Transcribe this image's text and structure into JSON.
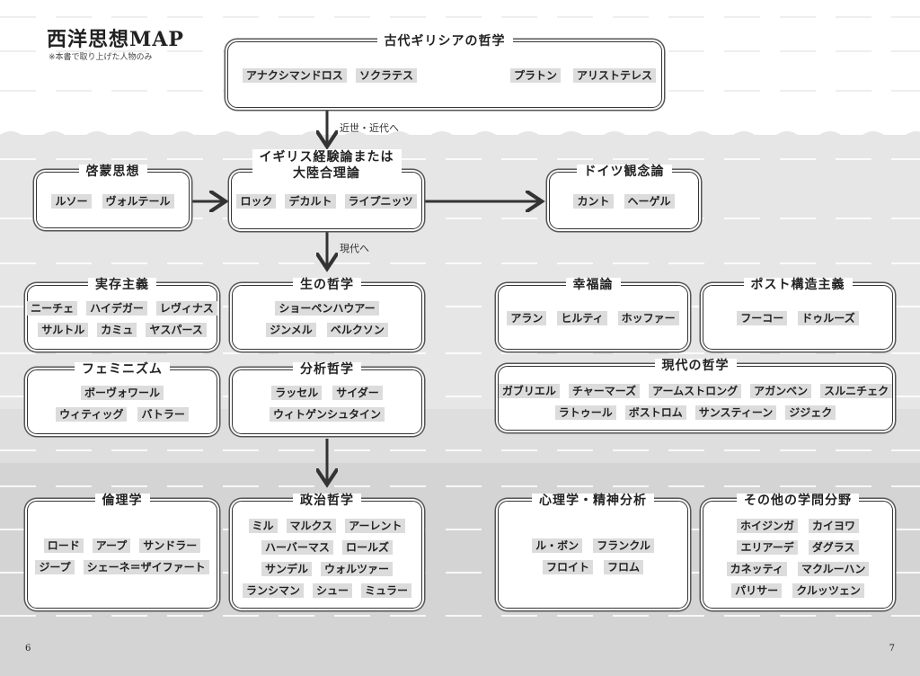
{
  "header": {
    "title": "西洋思想MAP",
    "subtitle": "※本書で取り上げた人物のみ"
  },
  "page_numbers": {
    "left": "6",
    "right": "7"
  },
  "arrows": {
    "to_modern_early": "近世・近代へ",
    "to_contemporary": "現代へ"
  },
  "boxes": {
    "ancient": {
      "title": "古代ギリシアの哲学",
      "rows": [
        [
          "アナクシマンドロス",
          "ソクラテス",
          "プラトン",
          "アリストテレス"
        ]
      ]
    },
    "enlightenment": {
      "title": "啓蒙思想",
      "rows": [
        [
          "ルソー",
          "ヴォルテール"
        ]
      ]
    },
    "empiricism": {
      "title_line1": "イギリス経験論または",
      "title_line2": "大陸合理論",
      "rows": [
        [
          "ロック",
          "デカルト",
          "ライプニッツ"
        ]
      ]
    },
    "german_idealism": {
      "title": "ドイツ観念論",
      "rows": [
        [
          "カント",
          "ヘーゲル"
        ]
      ]
    },
    "existentialism": {
      "title": "実存主義",
      "rows": [
        [
          "ニーチェ",
          "ハイデガー",
          "レヴィナス"
        ],
        [
          "サルトル",
          "カミュ",
          "ヤスパース"
        ]
      ]
    },
    "philosophy_of_life": {
      "title": "生の哲学",
      "rows": [
        [
          "ショーペンハウアー"
        ],
        [
          "ジンメル",
          "ベルクソン"
        ]
      ]
    },
    "happiness": {
      "title": "幸福論",
      "rows": [
        [
          "アラン",
          "ヒルティ",
          "ホッファー"
        ]
      ]
    },
    "poststructuralism": {
      "title": "ポスト構造主義",
      "rows": [
        [
          "フーコー",
          "ドゥルーズ"
        ]
      ]
    },
    "feminism": {
      "title": "フェミニズム",
      "rows": [
        [
          "ボーヴォワール"
        ],
        [
          "ウィティッグ",
          "バトラー"
        ]
      ]
    },
    "analytic": {
      "title": "分析哲学",
      "rows": [
        [
          "ラッセル",
          "サイダー"
        ],
        [
          "ウィトゲンシュタイン"
        ]
      ]
    },
    "modern": {
      "title": "現代の哲学",
      "rows": [
        [
          "ガブリエル",
          "チャーマーズ",
          "アームストロング",
          "アガンベン",
          "スルニチェク"
        ],
        [
          "ラトゥール",
          "ボストロム",
          "サンスティーン",
          "ジジェク"
        ]
      ]
    },
    "ethics": {
      "title": "倫理学",
      "rows": [
        [
          "ロード",
          "アープ",
          "サンドラー"
        ],
        [
          "ジープ",
          "シェーネ＝ザイファート"
        ]
      ]
    },
    "political": {
      "title": "政治哲学",
      "rows": [
        [
          "ミル",
          "マルクス",
          "アーレント"
        ],
        [
          "ハーバーマス",
          "ロールズ"
        ],
        [
          "サンデル",
          "ウォルツァー"
        ],
        [
          "ランシマン",
          "シュー",
          "ミュラー"
        ]
      ]
    },
    "psychology": {
      "title": "心理学・精神分析",
      "rows": [
        [
          "ル・ボン",
          "フランクル"
        ],
        [
          "フロイト",
          "フロム"
        ]
      ]
    },
    "other": {
      "title": "その他の学問分野",
      "rows": [
        [
          "ホイジンガ",
          "カイヨワ"
        ],
        [
          "エリアーデ",
          "ダグラス"
        ],
        [
          "カネッティ",
          "マクルーハン"
        ],
        [
          "パリサー",
          "クルッツェン"
        ]
      ]
    }
  }
}
